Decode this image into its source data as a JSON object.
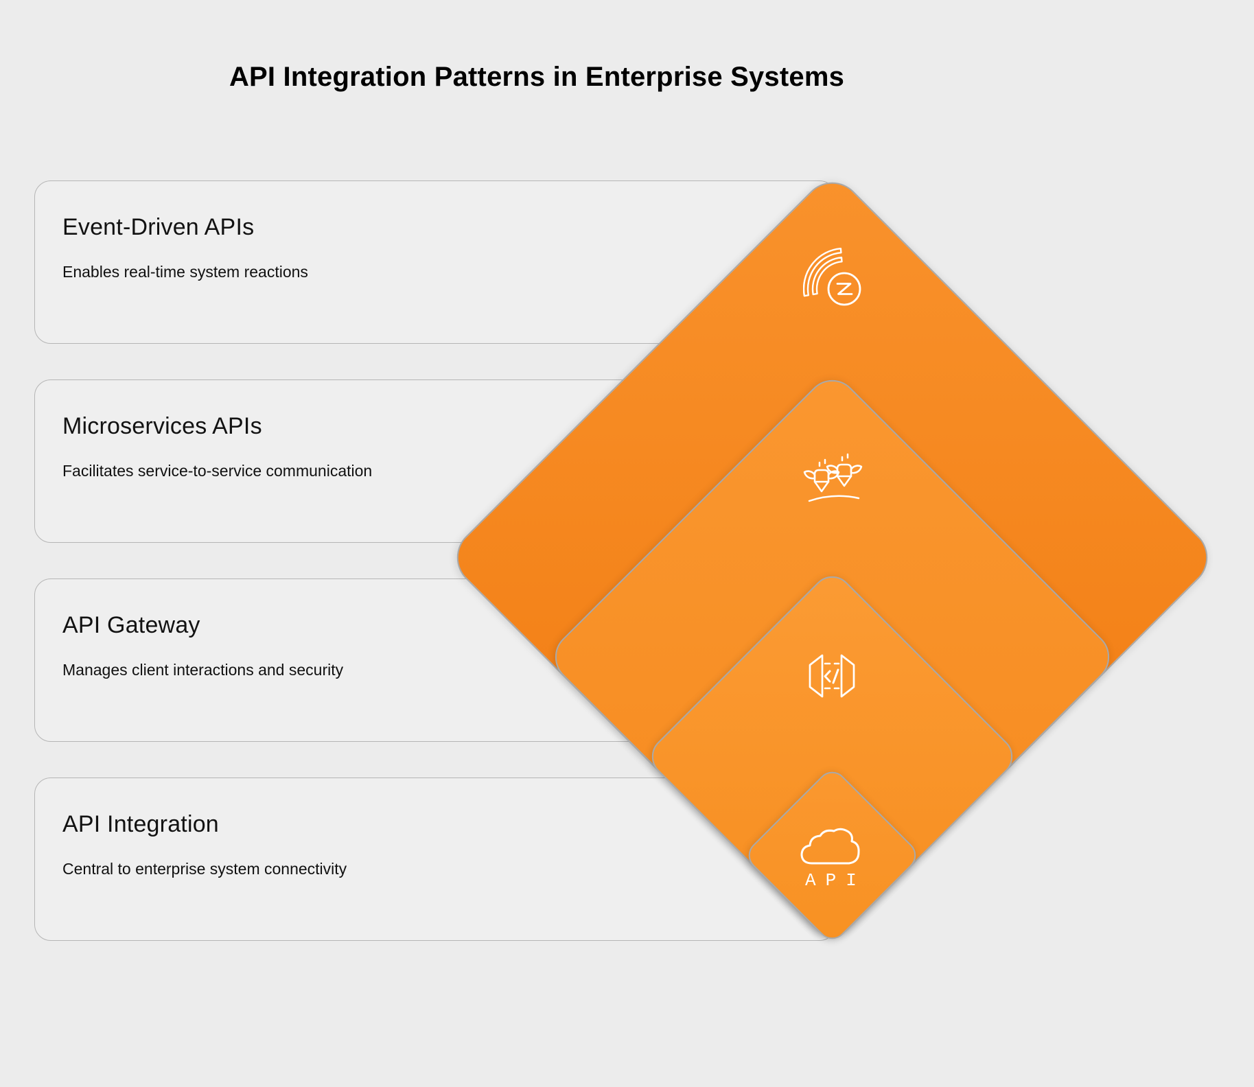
{
  "title": "API Integration Patterns in Enterprise Systems",
  "cards": [
    {
      "title": "Event-Driven APIs",
      "description": "Enables real-time system reactions",
      "icon": "event-signal-z-icon"
    },
    {
      "title": "Microservices APIs",
      "description": "Facilitates service-to-service communication",
      "icon": "microservices-bees-icon"
    },
    {
      "title": "API Gateway",
      "description": "Manages client interactions and security",
      "icon": "api-gateway-icon"
    },
    {
      "title": "API Integration",
      "description": "Central to enterprise system connectivity",
      "icon": "cloud-api-icon"
    }
  ],
  "icons": {
    "api_label": "API"
  },
  "colors": {
    "background": "#ececec",
    "card_background": "#efefef",
    "card_border": "#b5b5b5",
    "diamond_border": "#a9a9a9",
    "diamond_orange_light": "#fa9730",
    "diamond_orange_dark": "#f0790e",
    "icon_stroke": "#ffffff",
    "title_color": "#000000",
    "text_color": "#101010"
  }
}
